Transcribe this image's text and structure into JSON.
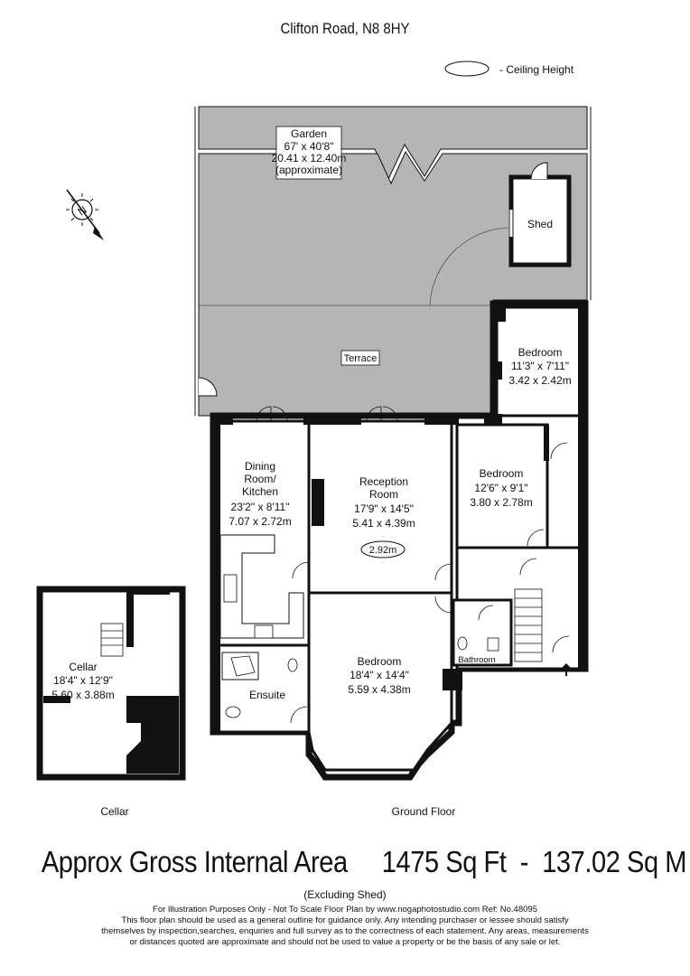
{
  "header": {
    "address": "Clifton Road, N8 8HY",
    "ceiling_legend": "- Ceiling Height"
  },
  "rooms": {
    "garden": {
      "name": "Garden",
      "imperial": "67' x 40'8\"",
      "metric": "20.41 x 12.40m",
      "note": "(approximate)"
    },
    "shed": {
      "name": "Shed"
    },
    "terrace": {
      "name": "Terrace"
    },
    "bedroom_rear": {
      "name": "Bedroom",
      "imperial": "11'3\" x 7'11\"",
      "metric": "3.42 x 2.42m"
    },
    "bedroom_mid": {
      "name": "Bedroom",
      "imperial": "12'6\" x 9'1\"",
      "metric": "3.80 x 2.78m"
    },
    "dining": {
      "name_line1": "Dining",
      "name_line2": "Room/",
      "name_line3": "Kitchen",
      "imperial": "23'2\" x 8'11\"",
      "metric": "7.07 x 2.72m"
    },
    "reception": {
      "name_line1": "Reception",
      "name_line2": "Room",
      "imperial": "17'9\" x 14'5\"",
      "metric": "5.41 x 4.39m",
      "ceiling": "2.92m"
    },
    "bedroom_front": {
      "name": "Bedroom",
      "imperial": "18'4\" x 14'4\"",
      "metric": "5.59 x 4.38m"
    },
    "ensuite": {
      "name": "Ensuite"
    },
    "bathroom": {
      "name": "Bathroom"
    },
    "cellar": {
      "name": "Cellar",
      "imperial": "18'4\" x 12'9\"",
      "metric": "5.60 x 3.88m"
    }
  },
  "compass": {
    "letter": "N"
  },
  "floor_labels": {
    "cellar": "Cellar",
    "ground": "Ground Floor"
  },
  "footer": {
    "area": "Approx Gross Internal Area     1475 Sq Ft  -  137.02 Sq M",
    "excluding": "(Excluding Shed)",
    "line1": "For Illustration Purposes Only - Not To Scale   Floor Plan by www.nogaphotostudio.com   Ref: No.48095",
    "line2": "This floor plan should be used as a general outline for guidance only. Any intending purchaser or lessee should satisfy",
    "line3": "themselves by inspection,searches, enquiries and full survey as to the correctness of each statement. Any areas, measurements",
    "line4": "or distances quoted are approximate and should not be used to value a property or be the basis of any sale or let."
  },
  "colors": {
    "wall": "#111111",
    "garden_fill": "#b5b5b5",
    "background": "#ffffff"
  }
}
